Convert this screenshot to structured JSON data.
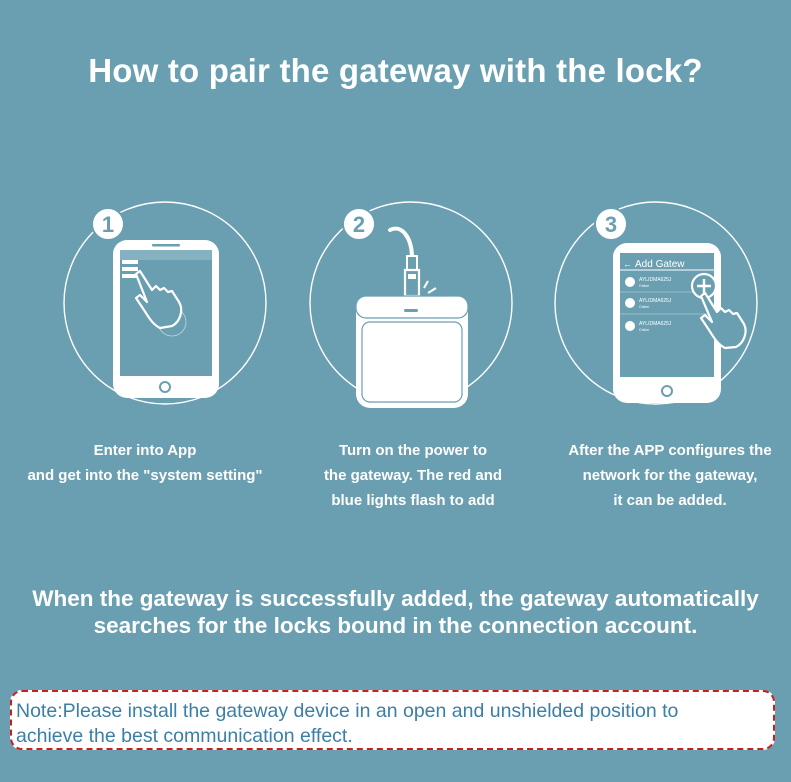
{
  "title": "How to pair the gateway with the lock?",
  "steps": [
    {
      "number": "1",
      "caption_lines": [
        "Enter into App",
        "and get into the \"system setting\""
      ]
    },
    {
      "number": "2",
      "caption_lines": [
        "Turn on the power to",
        "the gateway. The red and",
        "blue lights flash to add"
      ]
    },
    {
      "number": "3",
      "screen_header": "Add Gatew",
      "list_items": [
        {
          "name": "AYLIDMA625J",
          "status": "Online"
        },
        {
          "name": "AYLIDMA625J",
          "status": "Online"
        },
        {
          "name": "AYLIDMA625J",
          "status": "Online"
        }
      ],
      "caption_lines": [
        "After the APP configures the",
        "network for the gateway,",
        "it can be added."
      ]
    }
  ],
  "summary_lines": [
    "When the gateway is successfully added, the gateway automatically",
    "searches for the locks bound in the connection account."
  ],
  "note_lines": [
    "Note:Please install the gateway device in an open and unshielded position to",
    "achieve the best communication effect."
  ],
  "colors": {
    "background": "#6a9fb1",
    "text": "#ffffff",
    "note_text": "#3a7fa8",
    "note_border": "#c81e1e"
  },
  "icons": [
    "hand-pointer-icon",
    "power-cable-icon",
    "gateway-device-icon",
    "add-plus-icon"
  ]
}
